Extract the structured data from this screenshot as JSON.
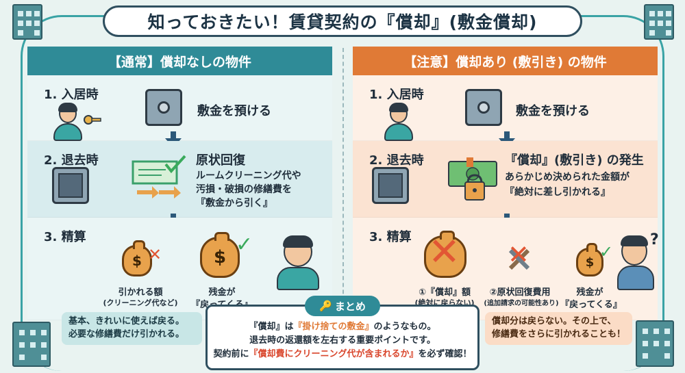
{
  "title": "知っておきたい！賃貸契約の『償却』(敷金償却)",
  "left": {
    "header": "【通常】償却なしの物件",
    "step1": {
      "label": "1. 入居時",
      "text": "敷金を預ける"
    },
    "step2": {
      "label": "2. 退去時",
      "heading": "原状回復",
      "line1": "ルームクリーニング代や",
      "line2": "汚損・破損の修繕費を",
      "line3": "『敷金から引く』"
    },
    "step3": {
      "label": "3. 精算",
      "deduct_label": "引かれる額",
      "deduct_sub": "(クリーニング代など)",
      "return_line1": "残金が",
      "return_line2": "『戻ってくる』"
    },
    "note_line1": "基本、きれいに使えば戻る。",
    "note_line2": "必要な修繕費だけ引かれる。"
  },
  "right": {
    "header": "【注意】償却あり (敷引き) の物件",
    "step1": {
      "label": "1. 入居時",
      "text": "敷金を預ける"
    },
    "step2": {
      "label": "2. 退去時",
      "heading": "『償却』(敷引き) の発生",
      "line1": "あらかじめ決められた金額が",
      "line2": "『絶対に差し引かれる』"
    },
    "step3": {
      "label": "3. 精算",
      "item1_line1": "①『償却』額",
      "item1_line2": "(絶対に戻らない)",
      "item2_line1": "②原状回復費用",
      "item2_line2": "(追加請求の可能性あり)",
      "return_line1": "残金が",
      "return_line2": "『戻ってくる』",
      "question_mark": "?"
    },
    "note_line1": "償却分は戻らない。その上で、",
    "note_line2": "修繕費をさらに引かれることも！"
  },
  "summary": {
    "tag": "まとめ",
    "line1_a": "『償却』は",
    "line1_b": "『掛け捨ての敷金』",
    "line1_c": "のようなもの。",
    "line2": "退去時の返還額を左右する重要ポイントです。",
    "line3_a": "契約前に",
    "line3_b": "『償却費にクリーニング代が含まれるか』",
    "line3_c": "を必ず確認！"
  },
  "icons": {
    "dollar": "$",
    "cross": "✕",
    "check": "✓",
    "key": "🔑"
  },
  "colors": {
    "teal": "#2f8b97",
    "orange": "#e07a36",
    "navy": "#2b5879"
  }
}
